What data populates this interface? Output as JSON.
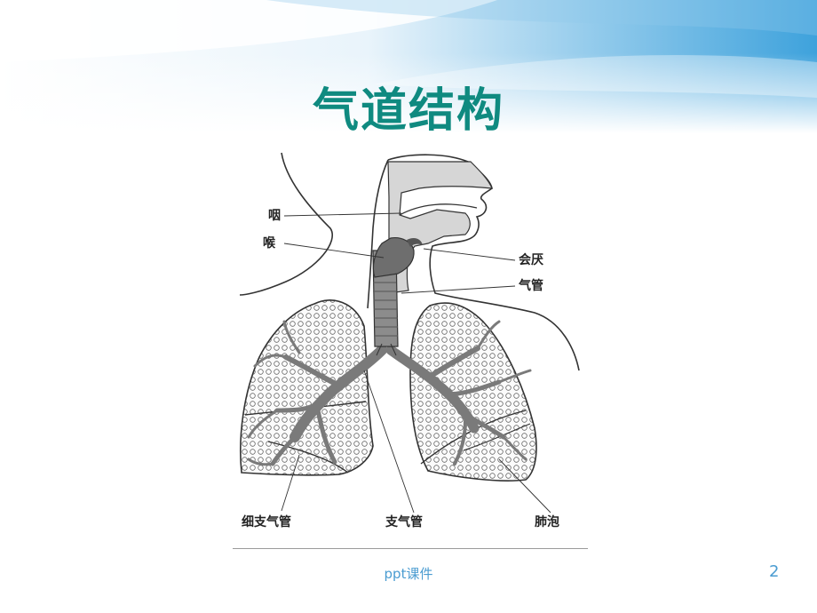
{
  "slide": {
    "title": "气道结构",
    "footer": "ppt课件",
    "page_number": "2"
  },
  "diagram": {
    "labels": {
      "pharynx": "咽",
      "larynx": "喉",
      "epiglottis": "会厌",
      "trachea": "气管",
      "bronchiole": "细支气管",
      "bronchus": "支气管",
      "alveoli": "肺泡"
    }
  },
  "colors": {
    "title": "#0f8a80",
    "banner": "#4aa8de",
    "footer": "#4a9cd1",
    "airway": "#8c8c8c"
  }
}
